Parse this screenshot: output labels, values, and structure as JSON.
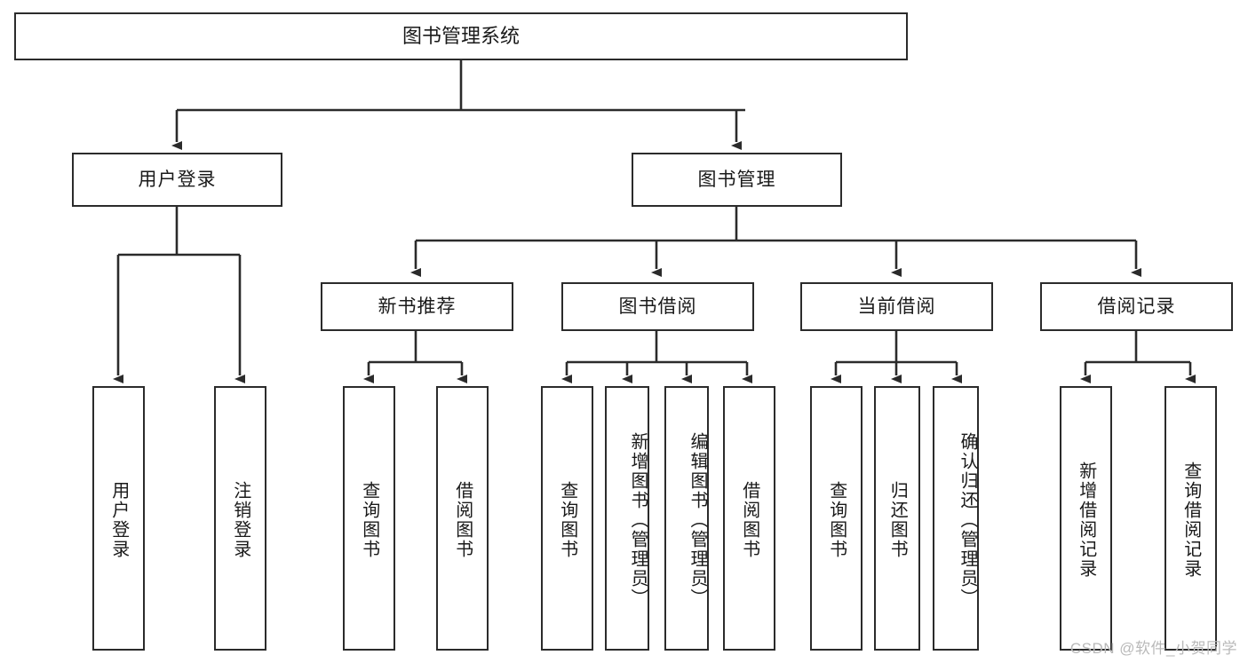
{
  "diagram": {
    "type": "tree",
    "title": "图书管理系统",
    "stroke_color": "#2b2b2b",
    "background": "#ffffff",
    "watermark": "CSDN @软件_小贺同学",
    "nodes": {
      "root": {
        "label": "图书管理系统"
      },
      "level2": [
        {
          "label": "用户登录"
        },
        {
          "label": "图书管理"
        }
      ],
      "level3": [
        {
          "label": "新书推荐"
        },
        {
          "label": "图书借阅"
        },
        {
          "label": "当前借阅"
        },
        {
          "label": "借阅记录"
        }
      ],
      "leaves": {
        "user_login": [
          {
            "label": "用户登录"
          },
          {
            "label": "注销登录"
          }
        ],
        "new_book_recommend": [
          {
            "label": "查询图书"
          },
          {
            "label": "借阅图书"
          }
        ],
        "book_borrow": [
          {
            "label": "查询图书"
          },
          {
            "label": "新增图书（管理员）"
          },
          {
            "label": "编辑图书（管理员）"
          },
          {
            "label": "借阅图书"
          }
        ],
        "current_borrow": [
          {
            "label": "查询图书"
          },
          {
            "label": "归还图书"
          },
          {
            "label": "确认归还（管理员）"
          }
        ],
        "borrow_record": [
          {
            "label": "新增借阅记录"
          },
          {
            "label": "查询借阅记录"
          }
        ]
      }
    }
  }
}
